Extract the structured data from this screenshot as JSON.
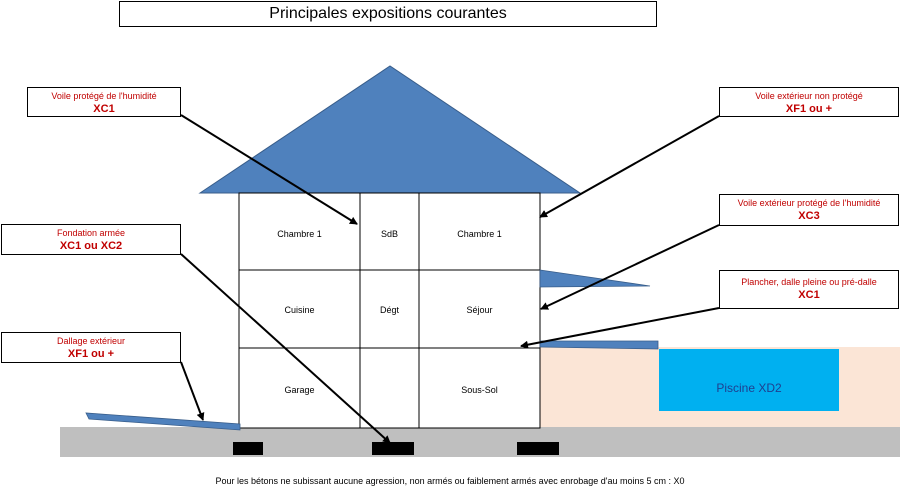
{
  "title": "Principales expositions courantes",
  "callouts": {
    "voile_protege": {
      "label": "Voile protégé de l'humidité",
      "class": "XC1"
    },
    "fondation": {
      "label": "Fondation armée",
      "class": "XC1 ou XC2"
    },
    "dallage": {
      "label": "Dallage extérieur",
      "class": "XF1 ou +"
    },
    "voile_ext_non_protege": {
      "label": "Voile extérieur non protégé",
      "class": "XF1 ou +"
    },
    "voile_ext_protege": {
      "label": "Voile extérieur protégé de l'humidité",
      "class": "XC3"
    },
    "plancher": {
      "label": "Plancher, dalle pleine ou pré-dalle",
      "class": "XC1"
    }
  },
  "rooms": {
    "chambre1_a": "Chambre 1",
    "sdb": "SdB",
    "chambre1_b": "Chambre 1",
    "cuisine": "Cuisine",
    "degt": "Dégt",
    "sejour": "Séjour",
    "garage": "Garage",
    "sous_sol": "Sous-Sol"
  },
  "pool_label": "Piscine XD2",
  "footer": "Pour les bétons ne subissant aucune agression, non armés ou faiblement armés avec enrobage d'au moins 5 cm : X0",
  "colors": {
    "roof": "#4f81bd",
    "ground": "#bfbfbf",
    "earth": "#fbe5d6",
    "pool": "#00b0f0",
    "callout_text": "#c00000"
  }
}
